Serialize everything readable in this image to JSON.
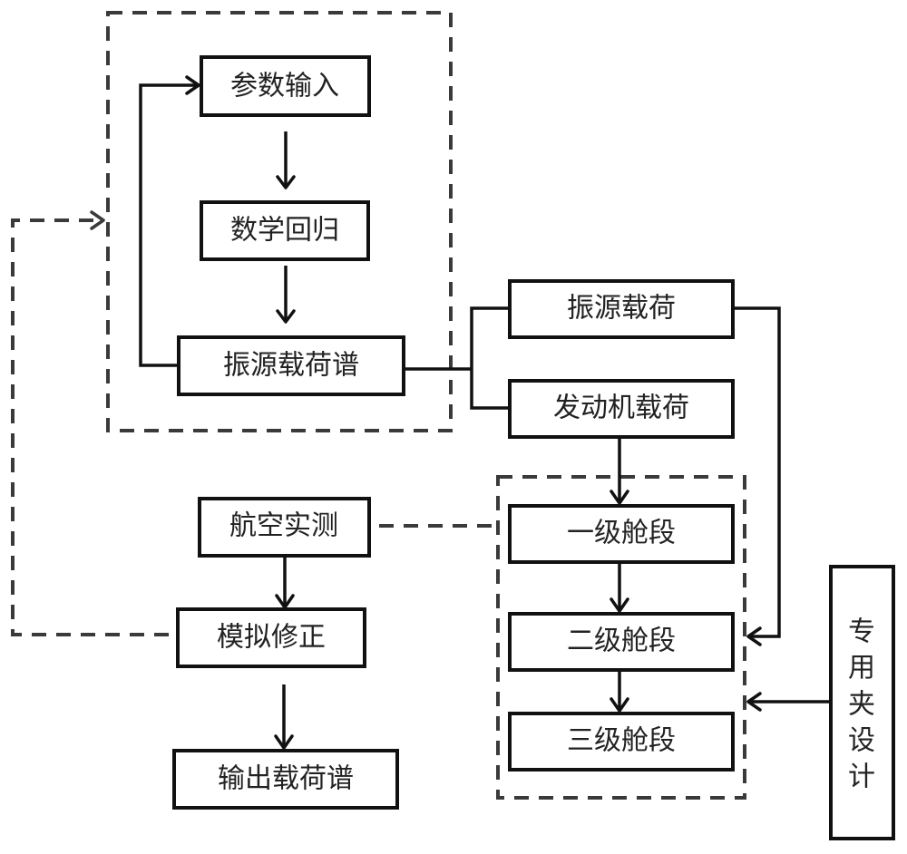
{
  "diagram": {
    "nodes": {
      "param_input": "参数输入",
      "math_regression": "数学回归",
      "source_load_spectrum": "振源载荷谱",
      "source_load": "振源载荷",
      "engine_load": "发动机载荷",
      "stage1": "一级舱段",
      "stage2": "二级舱段",
      "stage3": "三级舱段",
      "flight_measure": "航空实测",
      "sim_correct": "模拟修正",
      "output_spectrum": "输出载荷谱",
      "fixture_design": [
        "专",
        "用",
        "夹",
        "设",
        "计"
      ]
    },
    "groups": {
      "spectrum_generation": "dashed-group",
      "cabin_sections": "dashed-group"
    },
    "edges": [
      {
        "from": "param_input",
        "to": "math_regression",
        "style": "solid"
      },
      {
        "from": "math_regression",
        "to": "source_load_spectrum",
        "style": "solid"
      },
      {
        "from": "source_load_spectrum",
        "to": "param_input",
        "style": "solid"
      },
      {
        "from": "source_load_spectrum",
        "to": "source_load",
        "style": "solid"
      },
      {
        "from": "source_load_spectrum",
        "to": "engine_load",
        "style": "solid"
      },
      {
        "from": "engine_load",
        "to": "stage1",
        "style": "solid"
      },
      {
        "from": "stage1",
        "to": "stage2",
        "style": "solid"
      },
      {
        "from": "stage2",
        "to": "stage3",
        "style": "solid"
      },
      {
        "from": "source_load",
        "to": "stage2",
        "style": "solid"
      },
      {
        "from": "fixture_design",
        "to": "cabin_sections",
        "style": "solid"
      },
      {
        "from": "flight_measure",
        "to": "cabin_sections",
        "style": "dashed"
      },
      {
        "from": "flight_measure",
        "to": "sim_correct",
        "style": "solid"
      },
      {
        "from": "sim_correct",
        "to": "spectrum_generation",
        "style": "dashed"
      },
      {
        "from": "sim_correct",
        "to": "output_spectrum",
        "style": "solid"
      }
    ]
  }
}
